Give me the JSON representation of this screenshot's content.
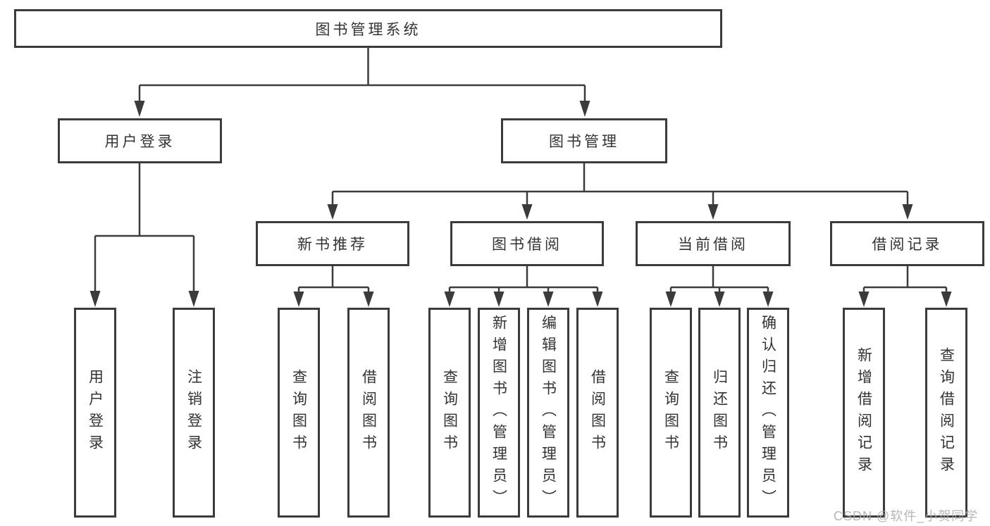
{
  "diagram": {
    "title": "图书管理系统",
    "type": "feature-tree",
    "tree": {
      "root": {
        "label": "图书管理系统"
      },
      "branches": [
        {
          "label": "用户登录",
          "children": [
            {
              "label": "用户登录"
            },
            {
              "label": "注销登录"
            }
          ]
        },
        {
          "label": "图书管理",
          "children": [
            {
              "label": "新书推荐",
              "children": [
                {
                  "label": "查询图书"
                },
                {
                  "label": "借阅图书"
                }
              ]
            },
            {
              "label": "图书借阅",
              "children": [
                {
                  "label": "查询图书"
                },
                {
                  "label": "新增图书（管理员）"
                },
                {
                  "label": "编辑图书（管理员）"
                },
                {
                  "label": "借阅图书"
                }
              ]
            },
            {
              "label": "当前借阅",
              "children": [
                {
                  "label": "查询图书"
                },
                {
                  "label": "归还图书"
                },
                {
                  "label": "确认归还（管理员）"
                }
              ]
            },
            {
              "label": "借阅记录",
              "children": [
                {
                  "label": "新增借阅记录"
                },
                {
                  "label": "查询借阅记录"
                }
              ]
            }
          ]
        }
      ]
    }
  },
  "watermark": "CSDN @软件_小贺同学",
  "colors": {
    "line": "#3b3b3b",
    "box_border": "#3b3b3b",
    "text": "#333333",
    "background": "#ffffff",
    "watermark": "#aaaaaa"
  }
}
